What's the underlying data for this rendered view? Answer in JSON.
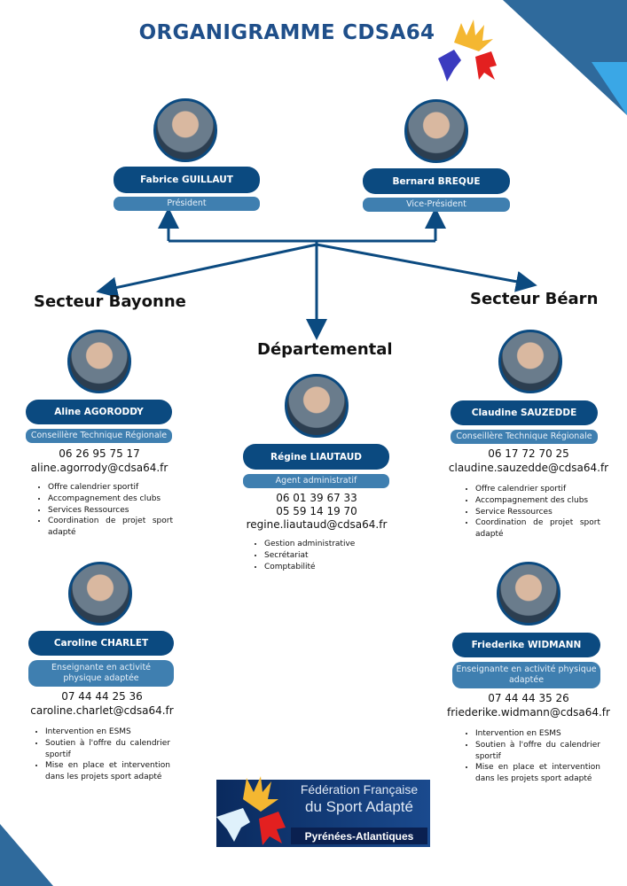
{
  "title": "ORGANIGRAMME CDSA64",
  "colors": {
    "primary": "#0b4a80",
    "secondary": "#3f7fb0",
    "title": "#1f4f8a"
  },
  "board": [
    {
      "name": "Fabrice GUILLAUT",
      "role": "Président"
    },
    {
      "name": "Bernard BREQUE",
      "role": "Vice-Président"
    }
  ],
  "sectors": {
    "bayonne": "Secteur Bayonne",
    "bearn": "Secteur Béarn",
    "departemental": "Départemental"
  },
  "people": {
    "aline": {
      "name": "Aline AGORODDY",
      "role": "Conseillère Technique Régionale",
      "phone": "06 26 95 75 17",
      "email": "aline.agorrody@cdsa64.fr",
      "tasks": [
        "Offre calendrier sportif",
        "Accompagnement des clubs",
        "Services Ressources",
        "Coordination de projet sport adapté"
      ]
    },
    "regine": {
      "name": "Régine LIAUTAUD",
      "role": "Agent administratif",
      "phone": "06 01 39 67 33",
      "phone2": "05 59 14 19 70",
      "email": "regine.liautaud@cdsa64.fr",
      "tasks": [
        "Gestion administrative",
        "Secrétariat",
        "Comptabilité"
      ]
    },
    "claudine": {
      "name": "Claudine SAUZEDDE",
      "role": "Conseillère Technique Régionale",
      "phone": "06 17 72 70 25",
      "email": "claudine.sauzedde@cdsa64.fr",
      "tasks": [
        "Offre calendrier sportif",
        "Accompagnement des clubs",
        "Service Ressources",
        "Coordination de projet sport adapté"
      ]
    },
    "caroline": {
      "name": "Caroline CHARLET",
      "role": "Enseignante en activité physique adaptée",
      "phone": "07 44 44 25 36",
      "email": "caroline.charlet@cdsa64.fr",
      "tasks": [
        "Intervention en ESMS",
        "Soutien à l'offre du calendrier sportif",
        "Mise en place et intervention dans les projets sport adapté"
      ]
    },
    "friederike": {
      "name": "Friederike WIDMANN",
      "role": "Enseignante en activité physique adaptée",
      "phone": "07 44 44 35 26",
      "email": "friederike.widmann@cdsa64.fr",
      "tasks": [
        "Intervention en ESMS",
        "Soutien à l'offre du calendrier sportif",
        "Mise en place et intervention dans les projets sport adapté"
      ]
    }
  },
  "footer_logo": {
    "line1": "Fédération Française",
    "line2": "du Sport Adapté",
    "line3": "Pyrénées-Atlantiques"
  }
}
